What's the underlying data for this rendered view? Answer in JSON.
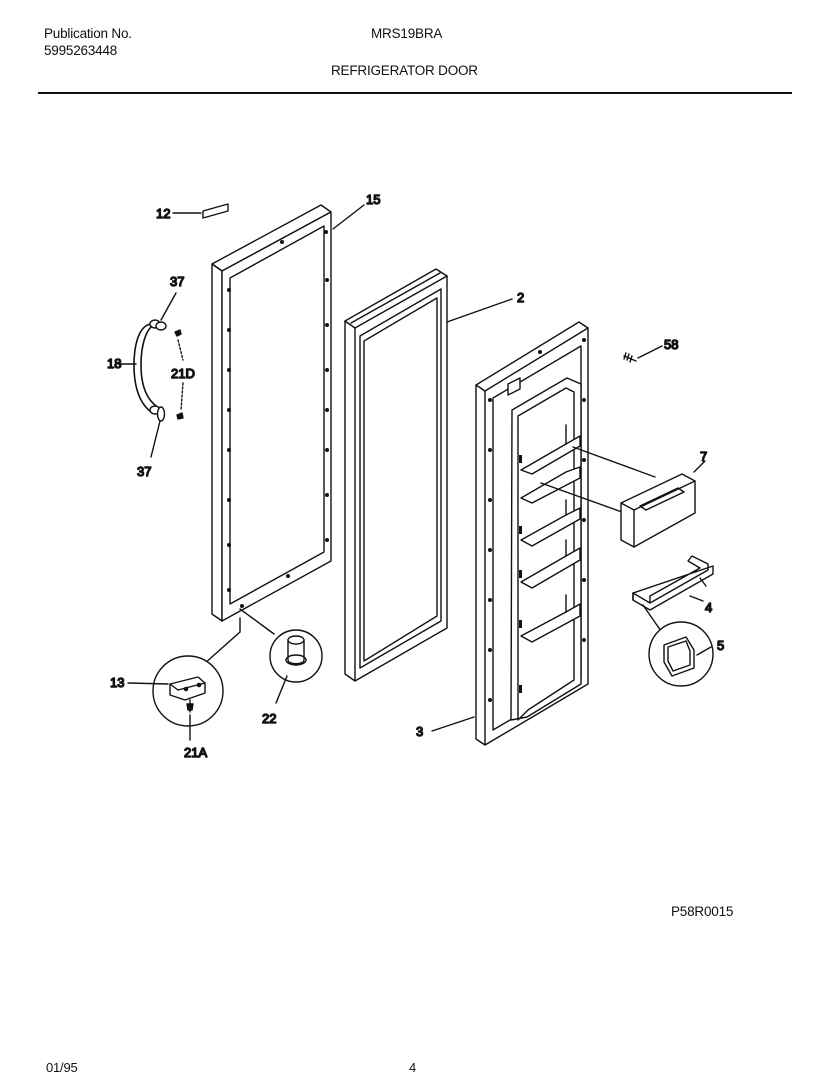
{
  "header": {
    "publication_label": "Publication No.",
    "publication_number": "5995263448",
    "model": "MRS19BRA",
    "section_title": "REFRIGERATOR DOOR"
  },
  "callouts": {
    "c12": "12",
    "c15": "15",
    "c37_top": "37",
    "c18": "18",
    "c21D": "21D",
    "c37_bottom": "37",
    "c2": "2",
    "c58": "58",
    "c7": "7",
    "c4": "4",
    "c5": "5",
    "c13": "13",
    "c22": "22",
    "c21A": "21A",
    "c3": "3"
  },
  "diagram_id": "P58R0015",
  "footer": {
    "date": "01/95",
    "page_number": "4"
  }
}
